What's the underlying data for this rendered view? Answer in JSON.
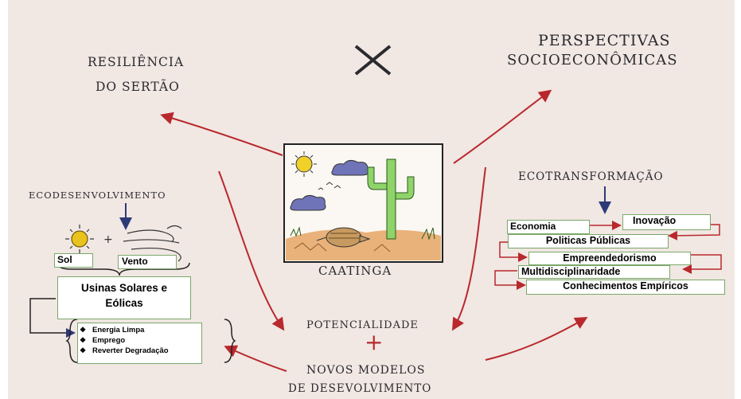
{
  "title_left": [
    "RESILIÊNCIA",
    "DO SERTÃO"
  ],
  "title_right": [
    "PERSPECTIVAS",
    "SOCIOECONÔMICAS"
  ],
  "cross_symbol": "×",
  "center_label": "CAATINGA",
  "bottom": {
    "line1": "POTENCIALIDADE",
    "plus": "+",
    "line2": "NOVOS MODELOS",
    "line3": "DE DESEVOLVIMENTO"
  },
  "left": {
    "heading": "ECODESENVOLVIMENTO",
    "sol": "Sol",
    "vento": "Vento",
    "usinas": [
      "Usinas Solares e",
      "Eólicas"
    ],
    "bullets": [
      "Energia Limpa",
      "Emprego",
      "Reverter Degradação"
    ]
  },
  "right": {
    "heading": "ECOTRANSFORMAÇÃO",
    "economia": "Economia",
    "inovacao": "Inovação",
    "politicas": "Politicas Públicas",
    "empreendedorismo": "Empreendedorismo",
    "multi": "Multidisciplinaridade",
    "conhecimentos": "Conhecimentos Empíricos"
  },
  "colors": {
    "paper": "#f1e7e3",
    "arrow_red": "#b8282c",
    "ink": "#2a2a30",
    "box_border": "#7aa86a"
  }
}
